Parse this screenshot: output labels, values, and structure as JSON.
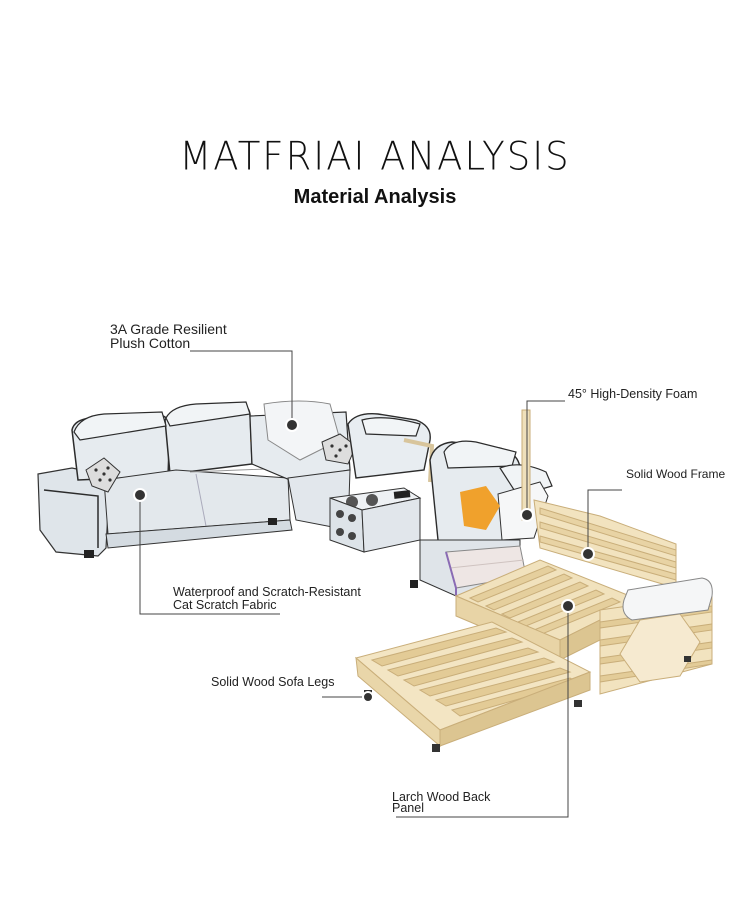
{
  "header": {
    "title": "MATFRIAI ANALYSIS",
    "subtitle": "Material Analysis"
  },
  "callouts": {
    "cotton_line1": "3A Grade Resilient",
    "cotton_line2": "Plush Cotton",
    "foam": "45° High-Density Foam",
    "frame": "Solid Wood Frame",
    "fabric_line1": "Waterproof and Scratch-Resistant",
    "fabric_line2": "Cat Scratch Fabric",
    "legs": "Solid Wood Sofa Legs",
    "panel_line1": "Larch Wood Back",
    "panel_line2": "Panel"
  },
  "colors": {
    "fabric": "#e6ebef",
    "piping": "#2c2c2c",
    "pillow_orange": "#f0a12c",
    "wood": "#f0dfb6",
    "wood_edge": "#c9ae7a",
    "foam": "#eee6e4"
  }
}
